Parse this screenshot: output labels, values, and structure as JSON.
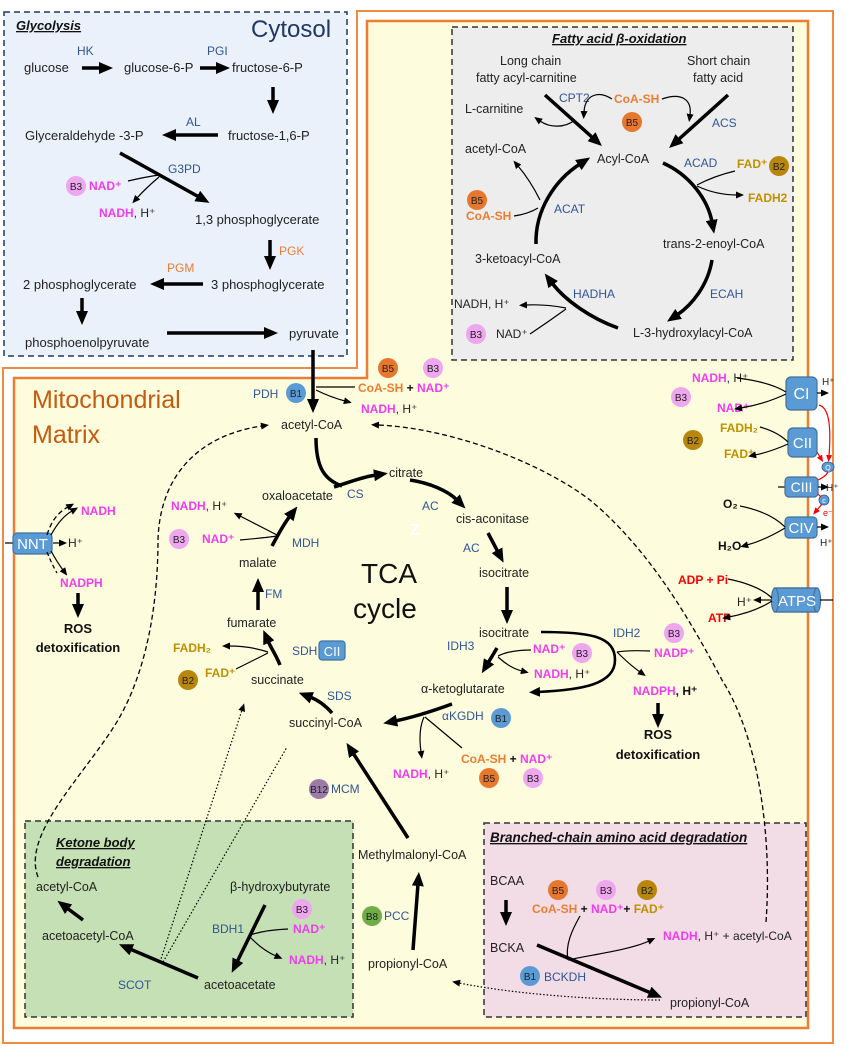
{
  "compartments": {
    "cytosol": "Cytosol",
    "mito_line1": "Mitochondrial",
    "mito_line2": "Matrix"
  },
  "colors": {
    "enzyme": "#2F5597",
    "nad": "#F23CF2",
    "fad": "#BF9000",
    "coa": "#ED7D31",
    "atp": "#FF0000",
    "membrane": "#ED7D31",
    "matrix": "#FDFCDC",
    "cytosol": "#EAF1FA",
    "fatty_acid_box": "#EDEDED",
    "ketone_box": "#C5E0B4",
    "bcaa_box": "#F2DCE5",
    "complex": "#5B9BD5",
    "vitamin": {
      "B1": "#5B9BD5",
      "B2": "#B8860B",
      "B3": "#EEA6EE",
      "B5": "#E8772E",
      "B8": "#70AD47",
      "B12": "#9D7BA8"
    }
  },
  "glycolysis": {
    "title": "Glycolysis",
    "enzymes": {
      "hk": "HK",
      "pgi": "PGI",
      "al": "AL",
      "g3pd": "G3PD",
      "pgk": "PGK",
      "pgm": "PGM"
    },
    "metabolites": {
      "glucose": "glucose",
      "g6p": "glucose-6-P",
      "f6p": "fructose-6-P",
      "f16p": "fructose-1,6-P",
      "ga3p": "Glyceraldehyde -3-P",
      "bpg13": "1,3 phosphoglycerate",
      "pg3": "3 phosphoglycerate",
      "pg2": "2 phosphoglycerate",
      "pep": "phosphoenolpyruvate",
      "pyruvate": "pyruvate"
    },
    "cofactors": {
      "vitamin": "B3",
      "substrate": "NAD⁺",
      "product": "NADH",
      "product_suffix": ", H⁺"
    }
  },
  "fatty_acid_oxidation": {
    "title": "Fatty acid β-oxidation",
    "inputs": {
      "long_chain_1": "Long chain",
      "long_chain_2": "fatty acyl-carnitine",
      "short_chain_1": "Short chain",
      "short_chain_2": "fatty acid"
    },
    "metabolites": {
      "l_carnitine": "L-carnitine",
      "acetyl_coa": "acetyl-CoA",
      "acyl_coa": "Acyl-CoA",
      "trans_enoyl": "trans-2-enoyl-CoA",
      "hydroxyacyl": "L-3-hydroxylacyl-CoA",
      "ketoacyl": "3-ketoacyl-CoA"
    },
    "enzymes": {
      "cpt2": "CPT2",
      "acs": "ACS",
      "acad": "ACAD",
      "ecah": "ECAH",
      "hadha": "HADHA",
      "acat": "ACAT"
    },
    "cofactors": {
      "cpt2_acs": {
        "substrate": "CoA-SH",
        "vitamin": "B5"
      },
      "acad": {
        "substrate": "FAD⁺",
        "vitamin": "B2",
        "product": "FADH2"
      },
      "acat": {
        "vitamin": "B5",
        "substrate": "CoA-SH"
      },
      "hadha": {
        "product": "NADH, H⁺",
        "vitamin": "B3",
        "substrate": "NAD⁺"
      }
    }
  },
  "pdh": {
    "enzyme": "PDH",
    "vitamin": "B1",
    "product": "acetyl-CoA",
    "vitamin_b5": "B5",
    "vitamin_b3": "B3",
    "substrate_coa": "CoA-SH",
    "plus": " + ",
    "substrate_nad": "NAD⁺",
    "nadh": "NADH",
    "nadh_suffix": ", H⁺"
  },
  "tca": {
    "label_1": "TCA",
    "label_2": "cycle",
    "artifact": "Z",
    "metabolites": {
      "citrate": "citrate",
      "cis_aconitase": "cis-aconitase",
      "isocitrate_1": "isocitrate",
      "isocitrate_2": "isocitrate",
      "akg": "α-ketoglutarate",
      "succinyl_coa": "succinyl-CoA",
      "succinate": "succinate",
      "fumarate": "fumarate",
      "malate": "malate",
      "oxaloacetate": "oxaloacetate"
    },
    "enzymes": {
      "cs": "CS",
      "ac_1": "AC",
      "ac_2": "AC",
      "idh3": "IDH3",
      "idh2": "IDH2",
      "akgdh": "αKGDH",
      "sds": "SDS",
      "sdh": "SDH",
      "sdh_complex": "CII",
      "fm": "FM",
      "mdh": "MDH"
    },
    "cofactors": {
      "idh3": {
        "substrate": "NAD⁺",
        "vitamin": "B3",
        "product": "NADH",
        "product_suffix": ", H⁺"
      },
      "idh2": {
        "vitamin": "B3",
        "substrate": "NADP⁺",
        "product": "NADPH",
        "product_suffix": ", H⁺",
        "outcome_1": "ROS",
        "outcome_2": "detoxification"
      },
      "akgdh": {
        "vitamin": "B1",
        "substrate_coa": "CoA-SH",
        "plus": " + ",
        "substrate_nad": "NAD⁺",
        "vitamin_b5": "B5",
        "vitamin_b3": "B3",
        "product": "NADH",
        "product_suffix": ", H⁺"
      },
      "sdh": {
        "product": "FADH₂",
        "vitamin": "B2",
        "substrate": "FAD⁺"
      },
      "mdh": {
        "product": "NADH",
        "product_suffix": ", H⁺",
        "vitamin": "B3",
        "substrate": "NAD⁺"
      }
    }
  },
  "propionate": {
    "methylmalonyl": "Methylmalonyl-CoA",
    "propionyl": "propionyl-CoA",
    "mcm": "MCM",
    "mcm_vitamin": "B12",
    "pcc": "PCC",
    "pcc_vitamin": "B8"
  },
  "nnt": {
    "label": "NNT",
    "nadh": "NADH",
    "proton": "H⁺",
    "nadph": "NADPH",
    "outcome_1": "ROS",
    "outcome_2": "detoxification"
  },
  "etc": {
    "complexes": {
      "ci": "CI",
      "cii": "CII",
      "ciii": "CIII",
      "civ": "CIV",
      "atps": "ATPS",
      "q": "Q",
      "c": "c"
    },
    "ci": {
      "nadh": "NADH",
      "nadh_suffix": ", H⁺",
      "vitamin": "B3",
      "nad": "NAD⁺",
      "proton": "H⁺"
    },
    "cii": {
      "fadh2": "FADH₂",
      "vitamin": "B2",
      "fad": "FAD⁺"
    },
    "ciii": {
      "proton": "H⁺",
      "electron": "e⁻"
    },
    "civ": {
      "o2": "O₂",
      "h2o": "H₂O",
      "proton": "H⁺"
    },
    "atps": {
      "substrate": "ADP + Pi",
      "proton": "H⁺",
      "product": "ATP"
    }
  },
  "ketone": {
    "title_1": "Ketone body",
    "title_2": "degradation",
    "metabolites": {
      "acetyl_coa": "acetyl-CoA",
      "acetoacetyl_coa": "acetoacetyl-CoA",
      "bhb": "β-hydroxybutyrate",
      "acetoacetate": "acetoacetate"
    },
    "enzymes": {
      "bdh1": "BDH1",
      "scot": "SCOT"
    },
    "cofactors": {
      "vitamin": "B3",
      "substrate": "NAD⁺",
      "product": "NADH",
      "product_suffix": ", H⁺"
    }
  },
  "bcaa": {
    "title": "Branched-chain amino acid degradation",
    "metabolites": {
      "bcaa": "BCAA",
      "bcka": "BCKA",
      "propionyl": "propionyl-CoA"
    },
    "enzyme": "BCKDH",
    "enzyme_vitamin": "B1",
    "cofactors": {
      "vitamin_b5": "B5",
      "vitamin_b3": "B3",
      "vitamin_b2": "B2",
      "coa": "CoA-SH",
      "plus_1": " + ",
      "nad": "NAD⁺",
      "plus_2": "+ ",
      "fad": "FAD⁺",
      "nadh": "NADH",
      "products_suffix": ", H⁺ + acetyl-CoA"
    }
  }
}
